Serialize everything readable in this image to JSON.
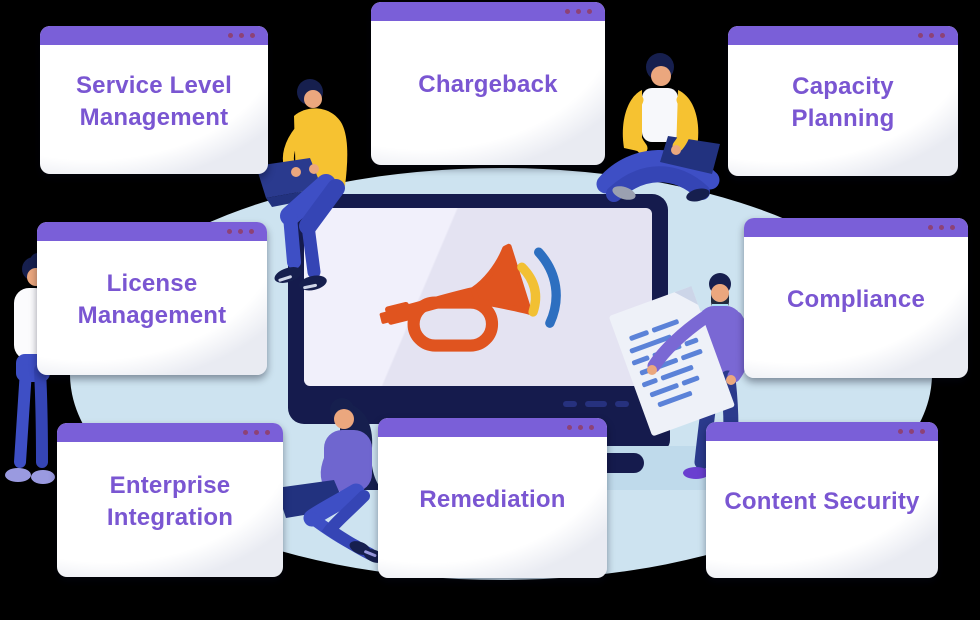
{
  "cards": [
    {
      "label": "Service Level Management"
    },
    {
      "label": "Chargeback"
    },
    {
      "label": "Capacity Planning"
    },
    {
      "label": "License Management"
    },
    {
      "label": "Compliance"
    },
    {
      "label": "Enterprise Integration"
    },
    {
      "label": "Remediation"
    },
    {
      "label": "Content Security"
    }
  ],
  "card_style": {
    "window_dot_count": 3
  },
  "monitor": {
    "logo": "bugle-horn-logo",
    "button_count": 3
  },
  "people": [
    {
      "name": "woman-standing-with-phone",
      "position": "far-left"
    },
    {
      "name": "man-sitting-on-monitor-with-laptop",
      "position": "top-left-of-monitor"
    },
    {
      "name": "man-sitting-cross-legged-with-laptop",
      "position": "top-right-of-monitor"
    },
    {
      "name": "woman-sitting-with-laptop",
      "position": "bottom-center"
    },
    {
      "name": "man-holding-document",
      "position": "right-of-monitor"
    }
  ],
  "colors": {
    "canvas-bg": "#000000",
    "blob-bg": "#cde3f0",
    "card-header": "#7a5fd8",
    "card-dot": "#8d4276",
    "card-text": "#7a56d2",
    "card-body": "#ffffff",
    "card-shade": "#e9ebf2",
    "monitor-bezel": "#151b4d",
    "monitor-screen": "#e4e3f2",
    "stand-base": "#bfdaeb",
    "logo-orange": "#e0541f",
    "logo-yellow": "#f2c033",
    "logo-blue": "#2d6fc0",
    "skin": "#eba77e",
    "hair-dark": "#161f4e",
    "shirt-yellow": "#f6c231",
    "jeans-blue": "#3e4fc5",
    "jeans-dark": "#3545b5",
    "laptop-navy": "#22327f",
    "outfit-purple": "#7a68d4",
    "shoe-lavender": "#9a9ae0",
    "paper-bg": "#eef1f8",
    "paper-line-blue": "#5b82d8"
  }
}
